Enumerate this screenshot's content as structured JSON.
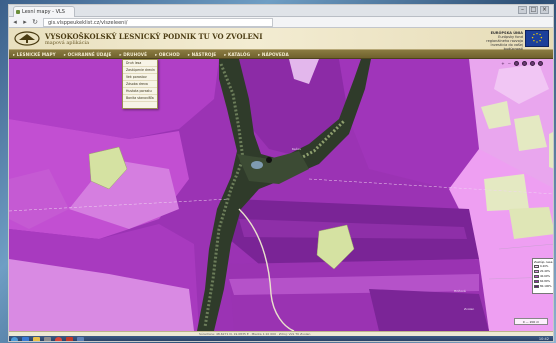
{
  "browser": {
    "tab_title": "Lesní mapy - VLS",
    "url": "gis.vlsppeukeklist.cz/vlszeleeni/",
    "win_min": "–",
    "win_max": "□",
    "win_close": "×"
  },
  "header": {
    "title_line1": "VYSOKOŠKOLSKÝ LESNICKÝ PODNIK TU VO ZVOLENI",
    "title_line2": "mapová aplikácia",
    "eu_line1": "EURÓPSKA ÚNIA",
    "eu_line2": "Európsky fond regionálneho rozvoja",
    "eu_line3": "Investícia do vašej budúcnosti"
  },
  "menu": {
    "items": [
      "▸ LESNICKÉ MAPY",
      "▸ OCHRANNÉ ÚDAJE",
      "▸ DRUHOVÉ",
      "▸ OBCHOD",
      "▸ NÁSTROJE",
      "▸ KATALÓG",
      "▸ NÁPOVEDA"
    ]
  },
  "dropdown": {
    "items": [
      "Druh lesa",
      "Zastúpenie drevín",
      "Vek porastov",
      "Zásoba dreva",
      "Hustota porastu",
      "Bonita stanovišťa"
    ]
  },
  "legend": {
    "title": "Zastúp. lesa",
    "rows": [
      {
        "label": "0-20%",
        "color": "#f1d2f3"
      },
      {
        "label": "20-40%",
        "color": "#d98ee0"
      },
      {
        "label": "40-60%",
        "color": "#b855c6"
      },
      {
        "label": "60-80%",
        "color": "#8d2fa3"
      },
      {
        "label": "80-100%",
        "color": "#5e1a73"
      }
    ]
  },
  "scale": "0 — 200 m",
  "statusbar": "Súradnice: 48.6271 N, 19.0835 E · Mierka 1:10 000 · Zdroj: VLS TU Zvolen",
  "taskbar_time": "10:42",
  "map_labels": [
    "Kačov",
    "Hriňová",
    "Zvolen"
  ],
  "colors": {
    "magenta_dark": "#8c2ba6",
    "magenta": "#b33cc7",
    "magenta_light": "#d47ee0",
    "pink": "#ee9ff2",
    "lilac": "#e3b7ec",
    "green_patch": "#d5e2a2",
    "forest": "#2f3b2a"
  }
}
